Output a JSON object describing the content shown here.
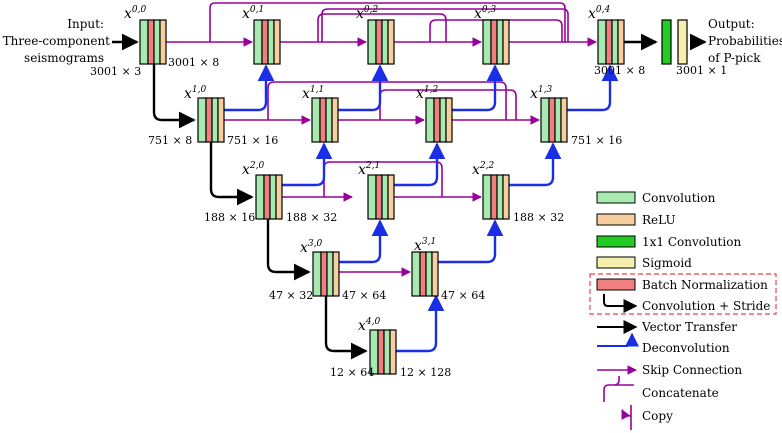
{
  "input_lines": [
    "Input:",
    "Three-component",
    "seismograms"
  ],
  "output_lines": [
    "Output:",
    "Probabilities",
    "of P-pick"
  ],
  "nodes": {
    "x00": {
      "base": "x",
      "sup": "0,0"
    },
    "x01": {
      "base": "x",
      "sup": "0,1"
    },
    "x02": {
      "base": "x",
      "sup": "0,2"
    },
    "x03": {
      "base": "x",
      "sup": "0,3"
    },
    "x04": {
      "base": "x",
      "sup": "0,4"
    },
    "x10": {
      "base": "x",
      "sup": "1,0"
    },
    "x11": {
      "base": "x",
      "sup": "1,1"
    },
    "x12": {
      "base": "x",
      "sup": "1,2"
    },
    "x13": {
      "base": "x",
      "sup": "1,3"
    },
    "x20": {
      "base": "x",
      "sup": "2,0"
    },
    "x21": {
      "base": "x",
      "sup": "2,1"
    },
    "x22": {
      "base": "x",
      "sup": "2,2"
    },
    "x30": {
      "base": "x",
      "sup": "3,0"
    },
    "x31": {
      "base": "x",
      "sup": "3,1"
    },
    "x40": {
      "base": "x",
      "sup": "4,0"
    }
  },
  "dims": {
    "in": "3001 × 3",
    "x00": "3001 × 8",
    "x04": "3001 × 8",
    "out": "3001 × 1",
    "x10_in": "751 × 8",
    "x10_out": "751 × 16",
    "x13": "751 × 16",
    "x20_in": "188 × 16",
    "x20_out": "188 × 32",
    "x22": "188 × 32",
    "x30_in": "47 × 32",
    "x30_out": "47 × 64",
    "x31": "47 × 64",
    "x40_in": "12 × 64",
    "x40_out": "12 × 128"
  },
  "legend": {
    "convolution": "Convolution",
    "relu": "ReLU",
    "conv1x1": "1x1 Convolution",
    "sigmoid": "Sigmoid",
    "batchnorm": "Batch Normalization",
    "conv_stride": "Convolution + Stride",
    "vector_transfer": "Vector Transfer",
    "deconvolution": "Deconvolution",
    "skip": "Skip Connection",
    "concatenate": "Concatenate",
    "copy": "Copy"
  },
  "colors": {
    "conv": "#a6eab0",
    "relu": "#f7cf9f",
    "bn": "#f08080",
    "conv1x1": "#22cc22",
    "sigmoid": "#f5f0b0",
    "deconv": "#1a2ee6",
    "skip": "#990099",
    "legend_box": "#ee4444"
  }
}
